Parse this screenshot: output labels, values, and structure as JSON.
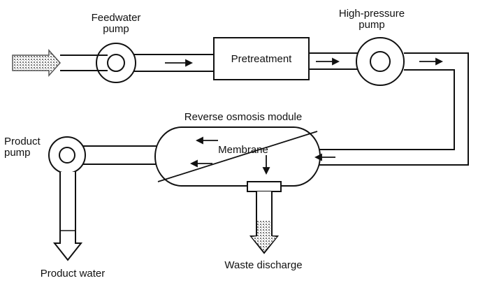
{
  "labels": {
    "feedwater_pump": [
      "Feedwater",
      "pump"
    ],
    "high_pressure_pump": [
      "High-pressure",
      "pump"
    ],
    "pretreatment": "Pretreatment",
    "ro_module": "Reverse osmosis module",
    "membrane": "Membrane",
    "product_pump": [
      "Product",
      "pump"
    ],
    "product_water": "Product water",
    "waste_discharge": "Waste discharge"
  },
  "colors": {
    "stroke": "#111111",
    "fill": "#ffffff",
    "stipple": "#8a8a8a"
  }
}
